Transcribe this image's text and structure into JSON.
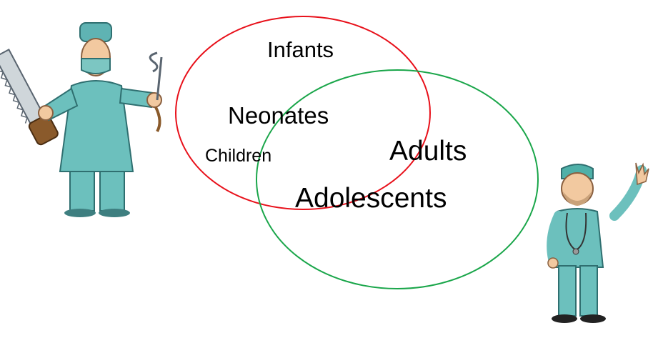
{
  "diagram": {
    "sets": [
      {
        "label": "Infants",
        "color": "#e8101a"
      },
      {
        "label": "Adults",
        "color": "#1aa64a"
      }
    ],
    "labels": {
      "infants": "Infants",
      "neonates": "Neonates",
      "children": "Children",
      "adults": "Adults",
      "adolescents": "Adolescents"
    }
  },
  "illustrations": [
    {
      "icon": "surgeon-with-saw-icon"
    },
    {
      "icon": "waving-doctor-icon"
    }
  ]
}
